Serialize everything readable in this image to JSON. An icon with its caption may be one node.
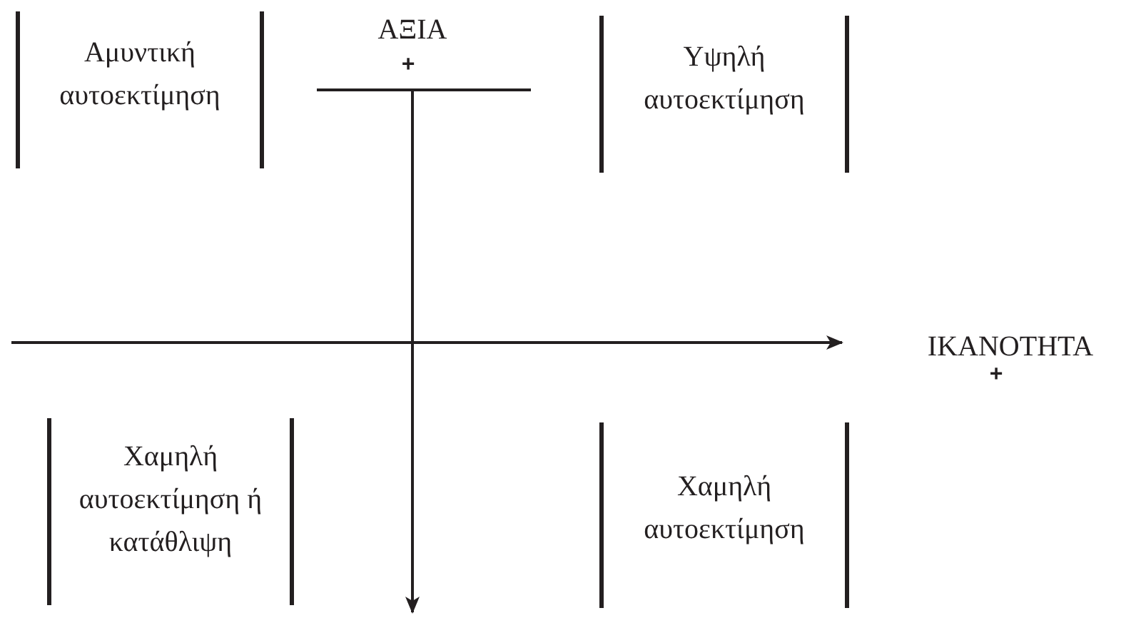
{
  "diagram": {
    "labels": [
      "Αμυντική αυτοεκτίμηση",
      "ΑΞΙΑ",
      "+",
      "Υψηλή αυτοεκτίμηση",
      "ΙΚΑΝΟΤΗΤΑ",
      "+",
      "Χαμηλή αυτοεκτίμηση ή κατάθλιψη",
      "Χαμηλή αυτοεκτίμηση"
    ]
  }
}
